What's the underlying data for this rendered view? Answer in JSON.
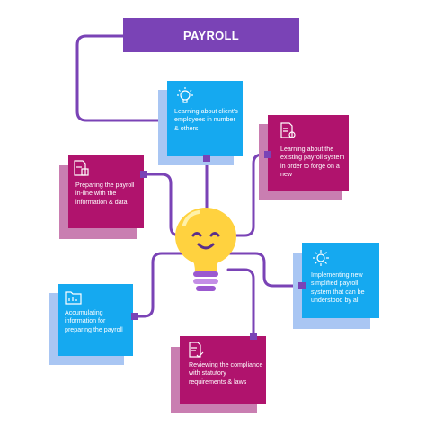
{
  "title": "PAYROLL",
  "cards": {
    "employees": "Learning about client's employees in number & others",
    "existing_system": "Learning about the existing payroll system in order to forge on a new",
    "preparing": "Preparing the payroll in-line with the information & data",
    "implementing": "Implementing new simplified payroll system that can be understood by all",
    "accumulating": "Accumulating information for preparing the payroll",
    "reviewing": "Reviewing the compliance with statutory requirements & laws"
  },
  "colors": {
    "purple": "#7a43b6",
    "blue": "#15a9f0",
    "pink": "#b0136d",
    "bulb_yellow": "#ffd23f",
    "bulb_base": "#9b59d0"
  },
  "icons": {
    "employees": "lightbulb-icon",
    "existing_system": "document-gear-icon",
    "preparing": "document-chart-icon",
    "implementing": "gear-network-icon",
    "accumulating": "folder-chart-icon",
    "reviewing": "document-check-icon",
    "center": "smiling-lightbulb-icon"
  }
}
